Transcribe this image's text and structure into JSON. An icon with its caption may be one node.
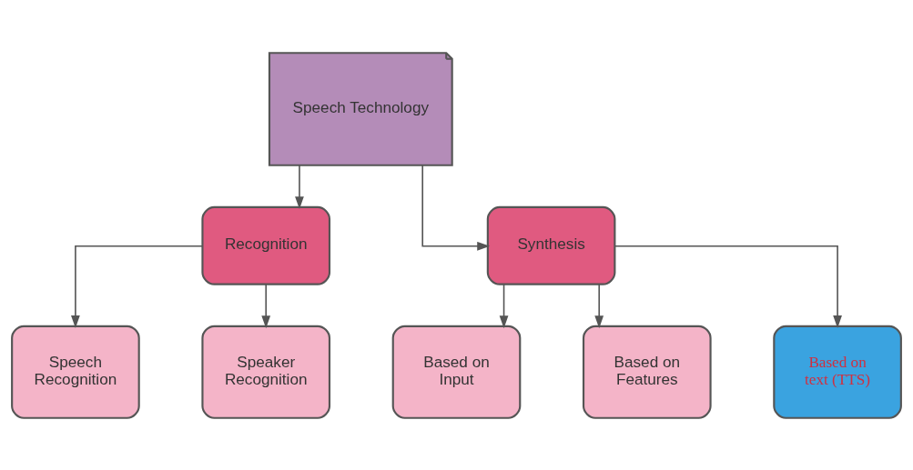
{
  "diagram": {
    "nodes": [
      {
        "text": [
          "Speech Technology"
        ]
      },
      {
        "text": [
          "Recognition"
        ]
      },
      {
        "text": [
          "Synthesis"
        ]
      },
      {
        "text": [
          "Speech Recognition"
        ]
      },
      {
        "text": [
          "Speaker Recognition"
        ]
      },
      {
        "text": [
          "Based on Input"
        ]
      },
      {
        "text": [
          "Based on Features"
        ]
      },
      {
        "text": [
          "Based on text (TTS)"
        ]
      }
    ],
    "edges": [
      {
        "from": 0,
        "to": 1,
        "arrow": "to"
      },
      {
        "from": 0,
        "to": 2,
        "arrow": "to"
      },
      {
        "from": 1,
        "to": 3,
        "arrow": "to"
      },
      {
        "from": 1,
        "to": 4,
        "arrow": "to"
      },
      {
        "from": 2,
        "to": 5,
        "arrow": "to"
      },
      {
        "from": 2,
        "to": 6,
        "arrow": "to"
      },
      {
        "from": 2,
        "to": 7,
        "arrow": "to"
      }
    ]
  }
}
